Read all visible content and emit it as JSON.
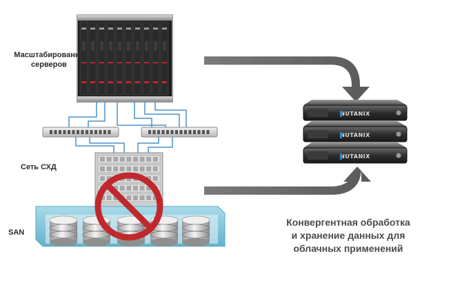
{
  "labels": {
    "server_scaling": [
      "Масштабирование",
      "серверов"
    ],
    "storage_network": "Сеть СХД",
    "san": "SAN"
  },
  "caption": [
    "Конвергентная обработка",
    "и хранение данных для",
    "облачных применений"
  ],
  "nutanix_nodes": [
    "NUTANIX",
    "NUTANIX",
    "NUTANIX"
  ],
  "colors": {
    "arrow": "#6b6b6b",
    "prohibition": "#c0282d",
    "san_frame": "#7fc4d8",
    "cable": "#4a90c8",
    "nutanix_accent": "#2a8fd8"
  }
}
